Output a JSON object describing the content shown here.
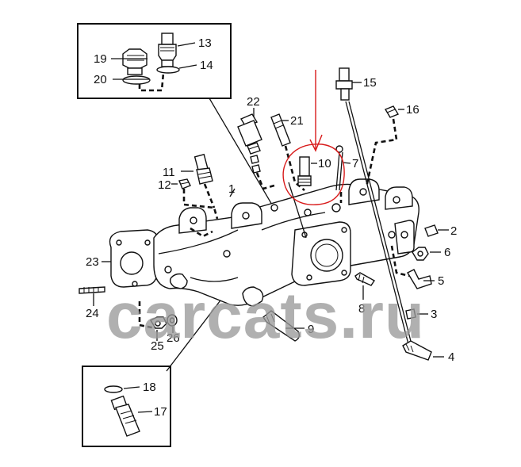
{
  "watermark": "carcats.ru",
  "callouts": [
    "1",
    "2",
    "3",
    "4",
    "5",
    "6",
    "7",
    "8",
    "9",
    "10",
    "11",
    "12",
    "13",
    "14",
    "15",
    "16",
    "17",
    "18",
    "19",
    "20",
    "21",
    "22",
    "23",
    "24",
    "25",
    "26"
  ],
  "colors": {
    "line": "#111111",
    "annotation": "#d81b1b",
    "watermark": "#9a9a9a"
  }
}
